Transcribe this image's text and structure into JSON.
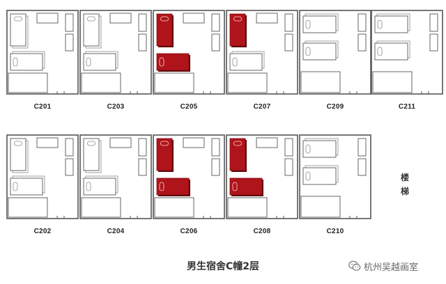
{
  "floor_title": "男生宿舍C幢2层",
  "stair_label": [
    "楼",
    "梯"
  ],
  "watermark": {
    "icon": "wechat-icon",
    "text": "杭州吴越画室"
  },
  "colors": {
    "occupied": "#b0141b",
    "wall": "#555555",
    "furniture": "#888888"
  },
  "rooms": [
    {
      "id": "C201",
      "row": 0,
      "col": 0,
      "layout": "A",
      "occupied": []
    },
    {
      "id": "C203",
      "row": 0,
      "col": 1,
      "layout": "A",
      "occupied": []
    },
    {
      "id": "C205",
      "row": 0,
      "col": 2,
      "layout": "A",
      "occupied": [
        "bed-top",
        "bed-bottom"
      ]
    },
    {
      "id": "C207",
      "row": 0,
      "col": 3,
      "layout": "A",
      "occupied": [
        "bed-top"
      ]
    },
    {
      "id": "C209",
      "row": 0,
      "col": 4,
      "layout": "B",
      "occupied": []
    },
    {
      "id": "C211",
      "row": 0,
      "col": 5,
      "layout": "B",
      "occupied": []
    },
    {
      "id": "C202",
      "row": 1,
      "col": 0,
      "layout": "A",
      "occupied": []
    },
    {
      "id": "C204",
      "row": 1,
      "col": 1,
      "layout": "A",
      "occupied": []
    },
    {
      "id": "C206",
      "row": 1,
      "col": 2,
      "layout": "A",
      "occupied": [
        "bed-top",
        "bed-bottom"
      ]
    },
    {
      "id": "C208",
      "row": 1,
      "col": 3,
      "layout": "A",
      "occupied": [
        "bed-top",
        "bed-bottom"
      ]
    },
    {
      "id": "C210",
      "row": 1,
      "col": 4,
      "layout": "B",
      "occupied": []
    }
  ]
}
